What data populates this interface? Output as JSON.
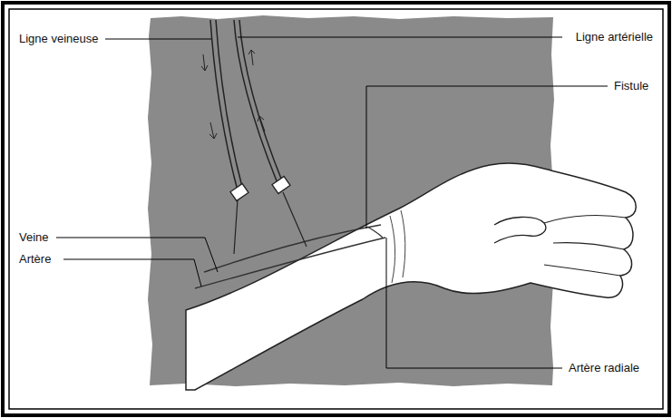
{
  "diagram": {
    "labels": [
      "Ligne veineuse",
      "Ligne artérielle",
      "Fistule",
      "Veine",
      "Artère",
      "Artère radiale"
    ]
  }
}
